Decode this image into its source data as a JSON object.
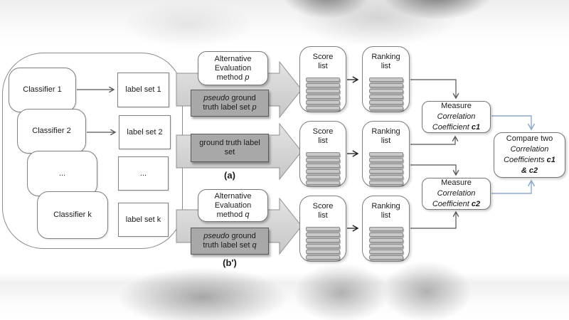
{
  "classifiers": {
    "c1": "Classifier 1",
    "c2": "Classifier 2",
    "dots": "...",
    "ck": "Classifier k"
  },
  "label_sets": {
    "l1": "label set 1",
    "l2": "label set 2",
    "dots": "...",
    "lk": "label set k"
  },
  "inputs": {
    "alt_p": {
      "line1": "Alternative",
      "line2": "Evaluation",
      "line3_text": "method ",
      "line3_var": "p"
    },
    "pseudo_p": {
      "line1_italic": "pseudo",
      "line1_rest": " ground",
      "line2_text": "truth label set ",
      "line2_var": "p"
    },
    "ground_truth": {
      "line1": "ground truth label",
      "line2": "set"
    },
    "alt_q": {
      "line1": "Alternative",
      "line2": "Evaluation",
      "line3_text": "method ",
      "line3_var": "q"
    },
    "pseudo_q": {
      "line1_italic": "pseudo",
      "line1_rest": " ground",
      "line2_text": "truth label set ",
      "line2_var": "q"
    },
    "subfigure_a": "(a)",
    "subfigure_b": "(b')"
  },
  "pipelines": [
    {
      "score_line1": "Score",
      "score_line2": "list",
      "ranking_line1": "Ranking",
      "ranking_line2": "list"
    },
    {
      "score_line1": "Score",
      "score_line2": "list",
      "ranking_line1": "Ranking",
      "ranking_line2": "list"
    },
    {
      "score_line1": "Score",
      "score_line2": "list",
      "ranking_line1": "Ranking",
      "ranking_line2": "list"
    }
  ],
  "outputs": {
    "measure_c1": {
      "line1": "Measure",
      "line2": "Correlation",
      "line3_text": "Coefficient ",
      "line3_var": "c1"
    },
    "measure_c2": {
      "line1": "Measure",
      "line2": "Correlation",
      "line3_text": "Coefficient ",
      "line3_var": "c2"
    },
    "compare": {
      "line1": "Compare two",
      "line2": "Correlation",
      "line3_text": "Coefficients ",
      "line3_var": "c1",
      "line4": "& c2"
    }
  },
  "colors": {
    "connector_gray": "#555555",
    "connector_black": "#222222",
    "accent_blue": "#8ba9cc",
    "input_box_fill": "#a8a8a8",
    "block_arrow_fill": "#d9d9d9",
    "list_bar_fill": "#c9c9c9"
  }
}
